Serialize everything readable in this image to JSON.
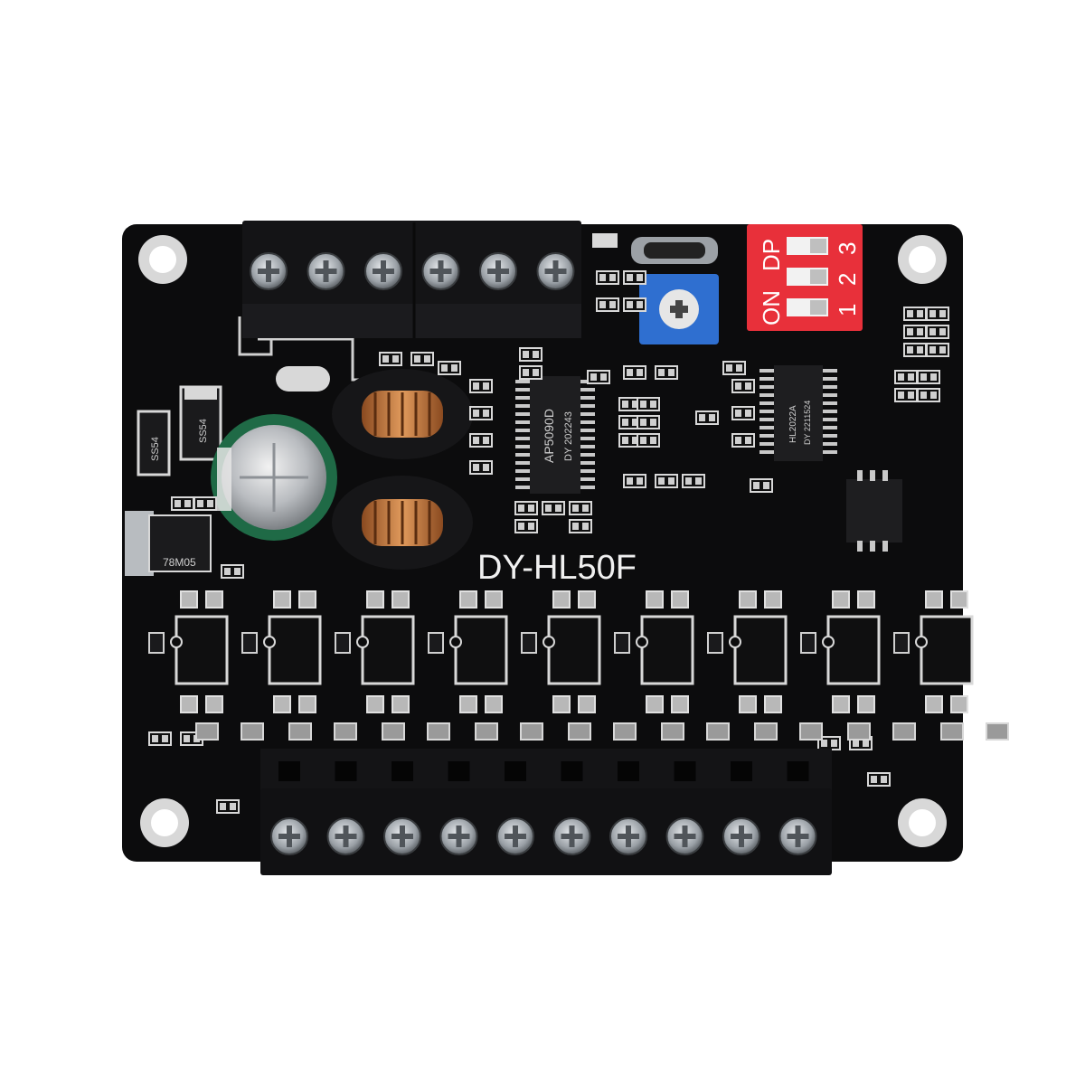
{
  "board": {
    "model_label": "DY-HL50F",
    "colors": {
      "pcb": "#0c0c0d",
      "silkscreen": "#e8e8e8",
      "terminal_block": "#121214",
      "dip_switch_body": "#e8303a",
      "potentiometer": "#2f6fd0",
      "capacitor_sleeve": "#1f6a46",
      "inductor_copper": "#c8773c"
    }
  },
  "dip_switch": {
    "on_label": "ON",
    "dp_label": "DP",
    "positions": [
      "1",
      "2",
      "3"
    ]
  },
  "chips": {
    "main_ic_line1": "AP5090D",
    "main_ic_line2": "DY 202243",
    "right_ic_line1": "HL2022A",
    "right_ic_line2": "DY 2211524",
    "diode_top": "SS54",
    "diode_left": "SS54",
    "regulator": "78M05"
  },
  "terminals": {
    "top_screw_count": 6,
    "bottom_screw_count": 10
  }
}
